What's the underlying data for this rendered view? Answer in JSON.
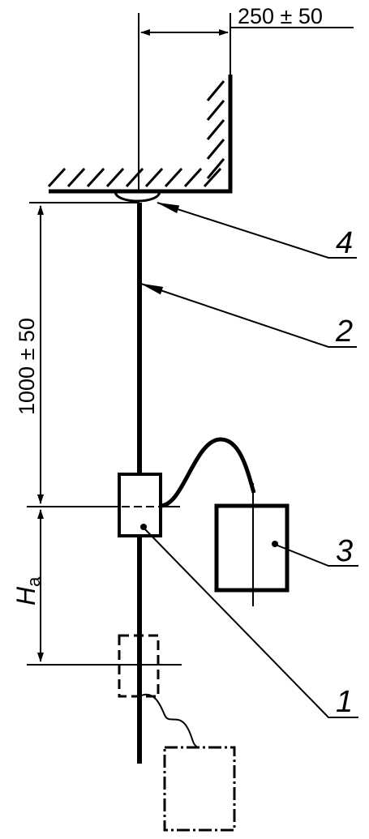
{
  "dimensions": {
    "horizontal_offset": "250 ± 50",
    "vertical_length": "1000 ± 50",
    "height_symbol": "H",
    "height_subscript": "a"
  },
  "callouts": {
    "item_1": "1",
    "item_2": "2",
    "item_3": "3",
    "item_4": "4"
  },
  "colors": {
    "line": "#000000",
    "background": "#ffffff"
  }
}
